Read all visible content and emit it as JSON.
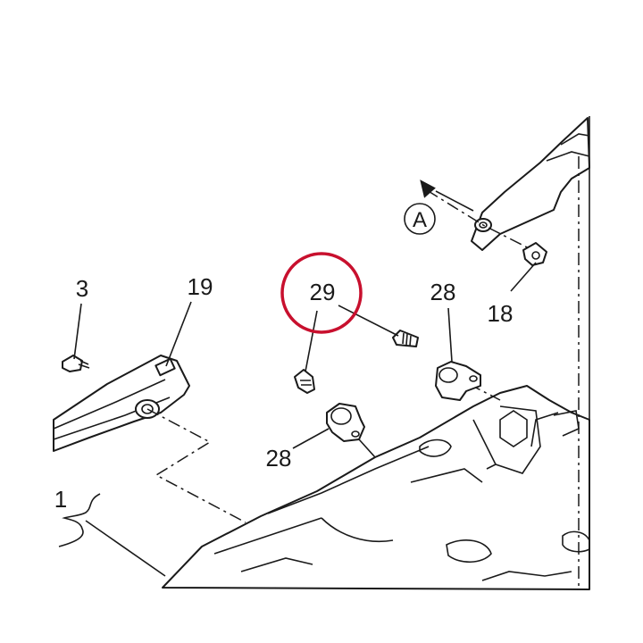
{
  "labels": {
    "part_1": "1",
    "part_3": "3",
    "part_19": "19",
    "part_29": "29",
    "part_28_upper": "28",
    "part_28_lower": "28",
    "part_18": "18",
    "view_a": "A"
  },
  "colors": {
    "line": "#1a1a1a",
    "highlight": "#c8102e",
    "background": "#ffffff"
  }
}
